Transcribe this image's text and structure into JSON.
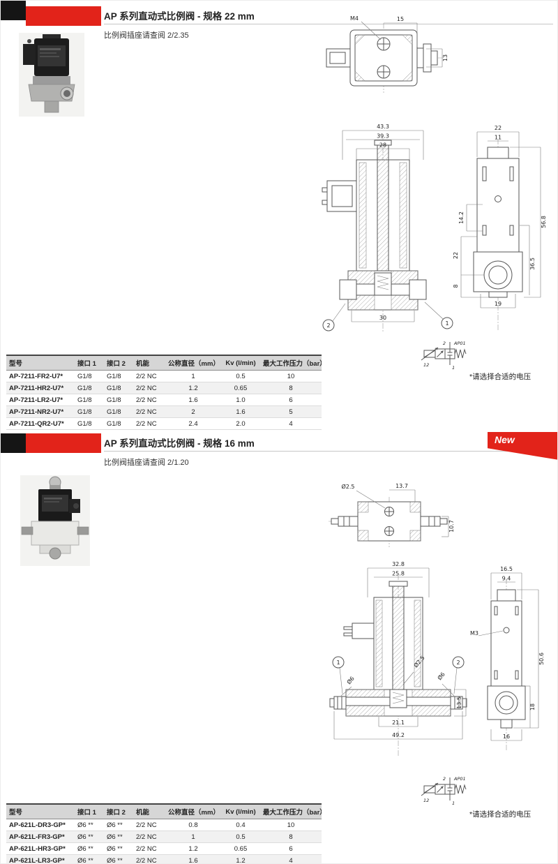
{
  "brand": {
    "accent_red": "#e2231a",
    "dark_block": "#151515"
  },
  "sections": [
    {
      "title": "AP 系列直动式比例阀 - 规格 22 mm",
      "subtitle": "比例阀插座请查阅 2/2.35",
      "voltage_note": "*请选择合适的电压",
      "symbol": {
        "label": "AP01",
        "port_top": "2",
        "port_bottom": "1",
        "port_pilot": "12"
      },
      "drawings": {
        "top_view": {
          "dims": [
            "M4",
            "15",
            "13"
          ]
        },
        "front_view": {
          "dims": [
            "43.3",
            "39.3",
            "28",
            "30"
          ],
          "balloon_left": "2",
          "balloon_right": "1"
        },
        "side_view": {
          "dims": [
            "22",
            "11",
            "14.2",
            "56.8",
            "36.5",
            "22",
            "8",
            "19"
          ]
        }
      },
      "table": {
        "headers": [
          "型号",
          "接口 1",
          "接口 2",
          "机能",
          "公称直径（mm）",
          "Kv (l/min)",
          "最大工作压力（bar）"
        ],
        "rows": [
          [
            "AP-7211-FR2-U7*",
            "G1/8",
            "G1/8",
            "2/2 NC",
            "1",
            "0.5",
            "10"
          ],
          [
            "AP-7211-HR2-U7*",
            "G1/8",
            "G1/8",
            "2/2 NC",
            "1.2",
            "0.65",
            "8"
          ],
          [
            "AP-7211-LR2-U7*",
            "G1/8",
            "G1/8",
            "2/2 NC",
            "1.6",
            "1.0",
            "6"
          ],
          [
            "AP-7211-NR2-U7*",
            "G1/8",
            "G1/8",
            "2/2 NC",
            "2",
            "1.6",
            "5"
          ],
          [
            "AP-7211-QR2-U7*",
            "G1/8",
            "G1/8",
            "2/2 NC",
            "2.4",
            "2.0",
            "4"
          ]
        ]
      }
    },
    {
      "title": "AP 系列直动式比例阀 - 规格 16 mm",
      "subtitle": "比例阀插座请查阅 2/1.20",
      "new_badge": "New",
      "voltage_note": "*请选择合适的电压",
      "symbol": {
        "label": "AP01",
        "port_top": "2",
        "port_bottom": "1",
        "port_pilot": "12"
      },
      "drawings": {
        "top_view": {
          "dims": [
            "Ø2.5",
            "13.7",
            "10.7"
          ]
        },
        "front_view": {
          "dims": [
            "32.8",
            "25.8",
            "Ø2.5",
            "Ø6",
            "Ø6",
            "21.1",
            "49.2",
            "13.5"
          ],
          "balloon_left": "1",
          "balloon_right": "2"
        },
        "side_view": {
          "dims": [
            "16.5",
            "9.4",
            "M3",
            "50.6",
            "18",
            "16"
          ]
        }
      },
      "table": {
        "headers": [
          "型号",
          "接口 1",
          "接口 2",
          "机能",
          "公称直径（mm）",
          "Kv (l/min)",
          "最大工作压力（bar）"
        ],
        "rows": [
          [
            "AP-621L-DR3-GP*",
            "Ø6 **",
            "Ø6 **",
            "2/2 NC",
            "0.8",
            "0.4",
            "10"
          ],
          [
            "AP-621L-FR3-GP*",
            "Ø6 **",
            "Ø6 **",
            "2/2 NC",
            "1",
            "0.5",
            "8"
          ],
          [
            "AP-621L-HR3-GP*",
            "Ø6 **",
            "Ø6 **",
            "2/2 NC",
            "1.2",
            "0.65",
            "6"
          ],
          [
            "AP-621L-LR3-GP*",
            "Ø6 **",
            "Ø6 **",
            "2/2 NC",
            "1.6",
            "1.2",
            "4"
          ]
        ]
      }
    }
  ]
}
